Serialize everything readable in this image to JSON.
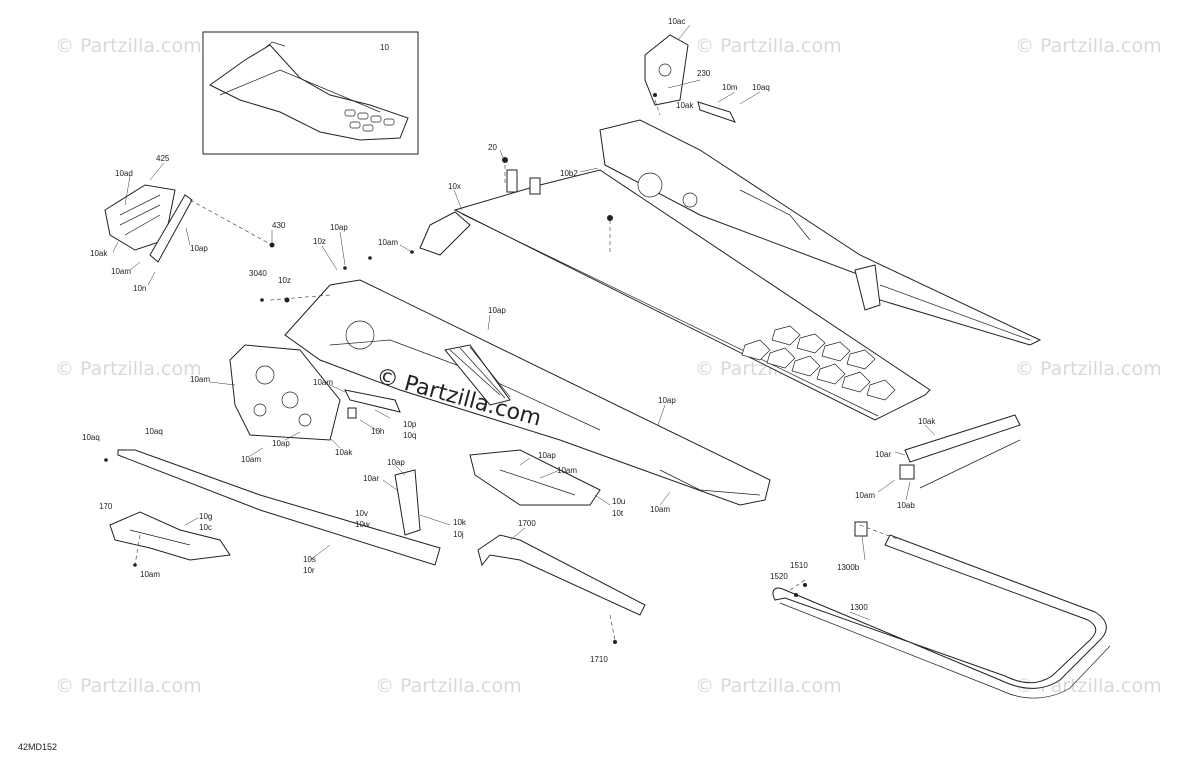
{
  "diagram": {
    "code": "42MD152",
    "watermark_text": "© Partzilla.com",
    "inset_label": "10",
    "callouts": [
      {
        "text": "10ac"
      },
      {
        "text": "230"
      },
      {
        "text": "10m"
      },
      {
        "text": "10aq"
      },
      {
        "text": "10ak"
      },
      {
        "text": "20"
      },
      {
        "text": "10b2"
      },
      {
        "text": "10x"
      },
      {
        "text": "425"
      },
      {
        "text": "10ad"
      },
      {
        "text": "10ap"
      },
      {
        "text": "10ak"
      },
      {
        "text": "10am"
      },
      {
        "text": "10n"
      },
      {
        "text": "430"
      },
      {
        "text": "10ap"
      },
      {
        "text": "10z"
      },
      {
        "text": "10am"
      },
      {
        "text": "3040"
      },
      {
        "text": "10z"
      },
      {
        "text": "10ap"
      },
      {
        "text": "10am"
      },
      {
        "text": "10am"
      },
      {
        "text": "10p"
      },
      {
        "text": "10q"
      },
      {
        "text": "10h"
      },
      {
        "text": "10ap"
      },
      {
        "text": "10ak"
      },
      {
        "text": "10am"
      },
      {
        "text": "10aq"
      },
      {
        "text": "10aq"
      },
      {
        "text": "10ap"
      },
      {
        "text": "10ap"
      },
      {
        "text": "10am"
      },
      {
        "text": "10ap"
      },
      {
        "text": "10ar"
      },
      {
        "text": "10v"
      },
      {
        "text": "10w"
      },
      {
        "text": "10k"
      },
      {
        "text": "10j"
      },
      {
        "text": "10u"
      },
      {
        "text": "10t"
      },
      {
        "text": "10am"
      },
      {
        "text": "10ak"
      },
      {
        "text": "10ar"
      },
      {
        "text": "10am"
      },
      {
        "text": "10ab"
      },
      {
        "text": "170"
      },
      {
        "text": "10g"
      },
      {
        "text": "10c"
      },
      {
        "text": "10am"
      },
      {
        "text": "10s"
      },
      {
        "text": "10r"
      },
      {
        "text": "1700"
      },
      {
        "text": "1710"
      },
      {
        "text": "1300b"
      },
      {
        "text": "1510"
      },
      {
        "text": "1520"
      },
      {
        "text": "1300"
      }
    ]
  }
}
